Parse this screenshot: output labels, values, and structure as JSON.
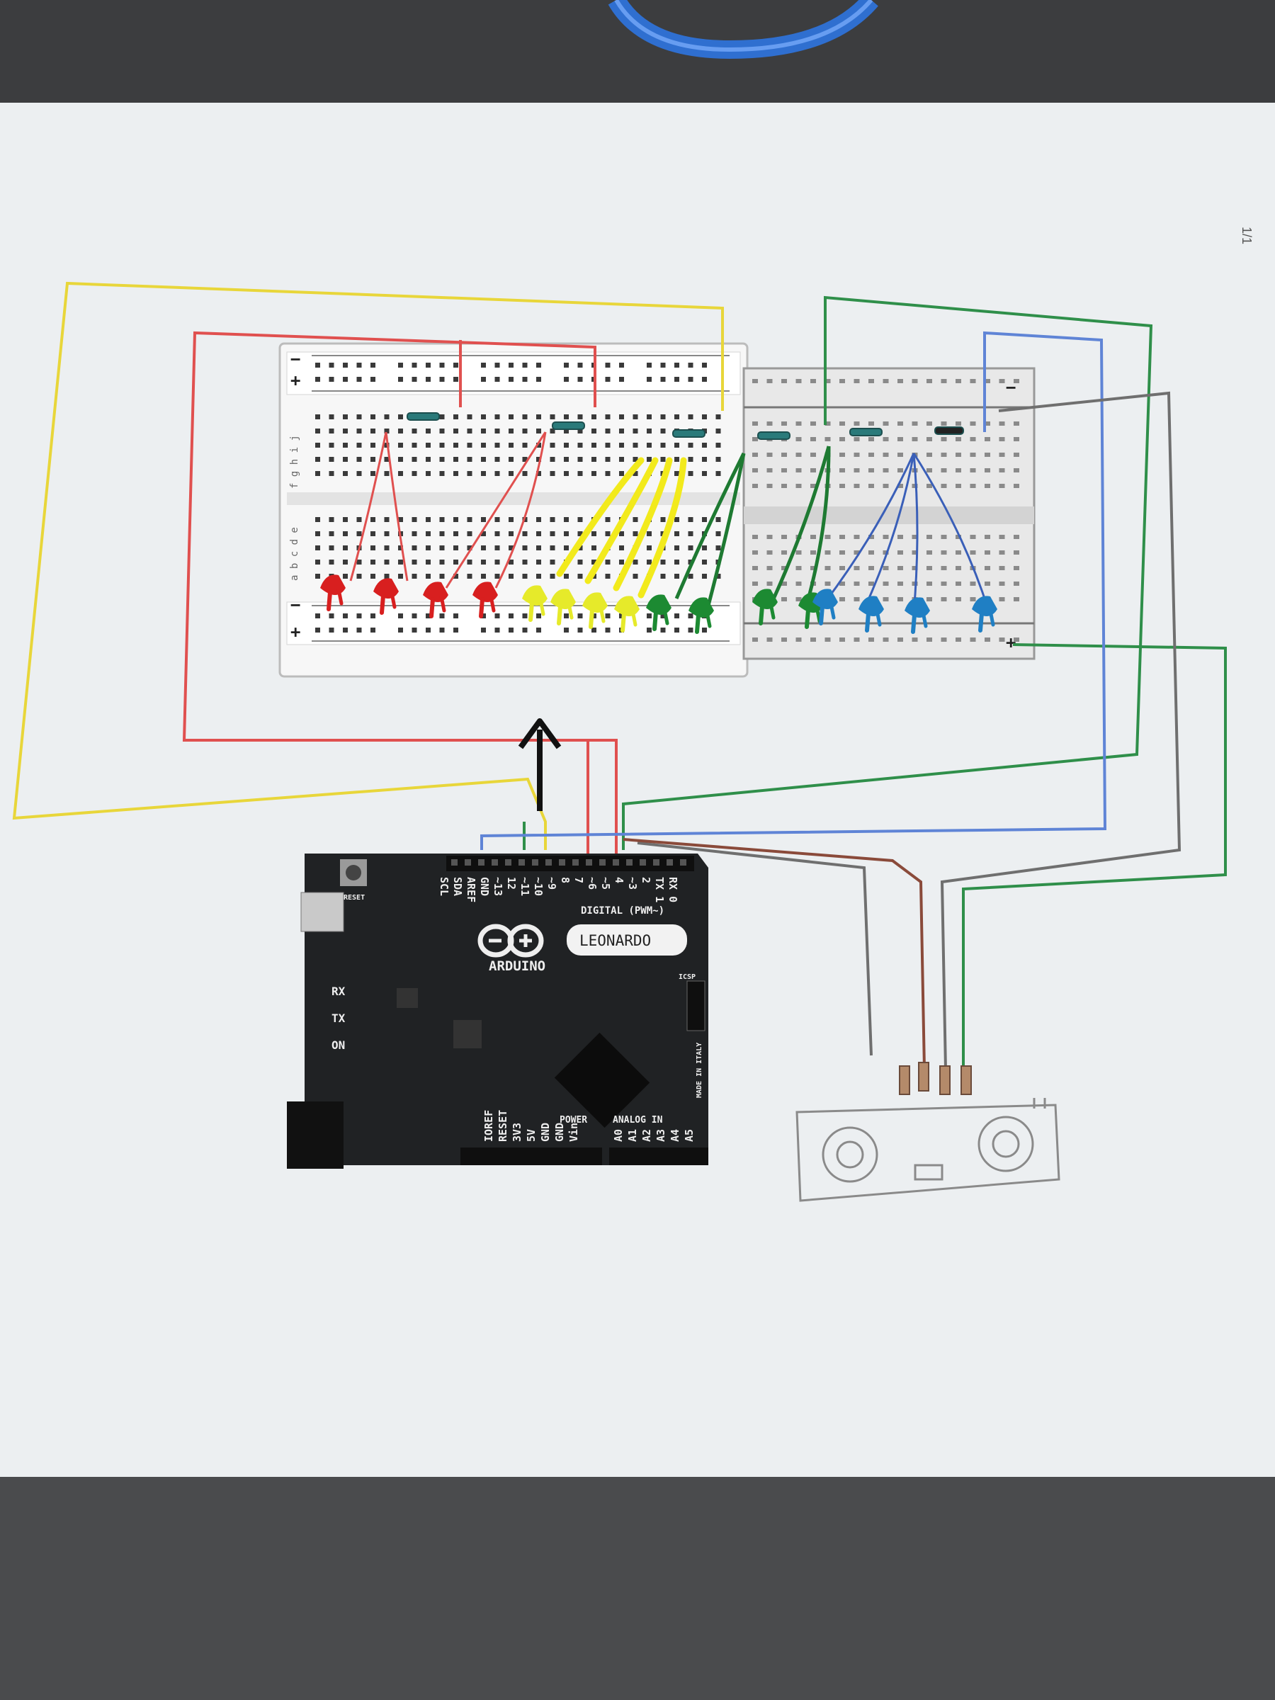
{
  "page": {
    "number": "1/1"
  },
  "breadboard": {
    "plus_label": "+",
    "minus_label": "−",
    "column_letters_top": "f g h i j",
    "column_letters_bottom": "a b c d e"
  },
  "arduino": {
    "logo_text": "ARDUINO",
    "model_label": "LEONARDO",
    "digital_header": "DIGITAL (PWM~)",
    "pin_labels": [
      "SCL",
      "SDA",
      "AREF",
      "GND",
      "~13",
      "12",
      "~11",
      "~10",
      "~9",
      "8",
      "7",
      "~6",
      "~5",
      "4",
      "~3",
      "2",
      "TX 1",
      "RX 0"
    ],
    "reset_label": "RESET",
    "power_header": "POWER",
    "analog_header": "ANALOG IN",
    "power_pins": [
      "IOREF",
      "RESET",
      "3V3",
      "5V",
      "GND",
      "GND",
      "Vin"
    ],
    "analog_pins": [
      "A0",
      "A1",
      "A2",
      "A3",
      "A4",
      "A5"
    ],
    "side_labels": [
      "RX",
      "TX",
      "ON"
    ],
    "icsp_label": "ICSP",
    "made_in": "MADE IN ITALY"
  },
  "colors": {
    "red_wire": "#e0504f",
    "yellow_wire": "#e8d63a",
    "green_wire": "#2f8f4a",
    "blue_wire": "#5f84d6",
    "gray_wire": "#6f6f6f",
    "brown_wire": "#8a4a3a",
    "red_led": "#d81f1f",
    "yellow_led": "#e6ea2a",
    "green_led": "#1c8a32",
    "blue_led": "#1f7fc4",
    "board": "#202224",
    "paper": "#eceff1",
    "cable": "#2f6fd0"
  },
  "leds": [
    {
      "color": "red"
    },
    {
      "color": "red"
    },
    {
      "color": "red"
    },
    {
      "color": "red"
    },
    {
      "color": "yellow"
    },
    {
      "color": "yellow"
    },
    {
      "color": "yellow"
    },
    {
      "color": "yellow"
    },
    {
      "color": "green"
    },
    {
      "color": "green"
    },
    {
      "color": "green"
    },
    {
      "color": "green"
    },
    {
      "color": "blue"
    },
    {
      "color": "blue"
    },
    {
      "color": "blue"
    },
    {
      "color": "blue"
    }
  ],
  "icons": {
    "arrow": "up-arrow-icon",
    "logo": "infinity-logo-icon"
  }
}
